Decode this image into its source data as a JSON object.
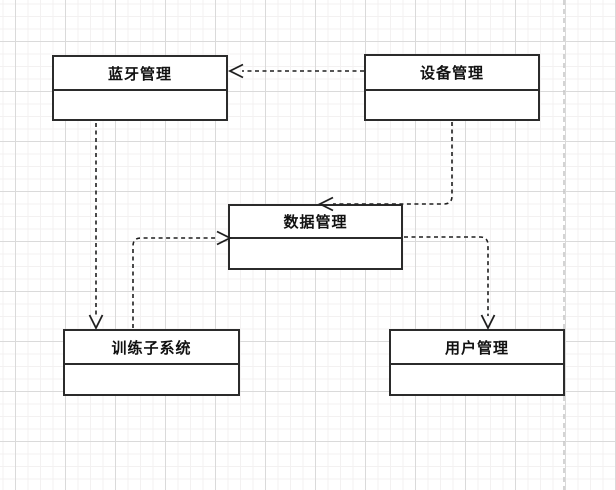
{
  "diagram": {
    "nodes": {
      "bluetooth": {
        "label": "蓝牙管理"
      },
      "device": {
        "label": "设备管理"
      },
      "data": {
        "label": "数据管理"
      },
      "training": {
        "label": "训练子系统"
      },
      "user": {
        "label": "用户管理"
      }
    },
    "edges": [
      {
        "from": "device",
        "to": "bluetooth",
        "type": "dependency",
        "line": "dashed",
        "arrow": "open"
      },
      {
        "from": "bluetooth",
        "to": "training",
        "type": "dependency",
        "line": "dashed",
        "arrow": "open"
      },
      {
        "from": "device",
        "to": "data",
        "type": "dependency",
        "line": "dashed",
        "arrow": "open"
      },
      {
        "from": "training",
        "to": "data",
        "type": "dependency",
        "line": "dashed",
        "arrow": "open"
      },
      {
        "from": "data",
        "to": "user",
        "type": "dependency",
        "line": "dashed",
        "arrow": "open"
      }
    ],
    "colors": {
      "connector": "#1f1f1f",
      "box_border": "#2b2b2b",
      "box_fill": "#ffffff",
      "grid_minor": "#f3f1f1",
      "grid_major": "#dadada",
      "page_break_line": "#c5c5c5"
    }
  }
}
